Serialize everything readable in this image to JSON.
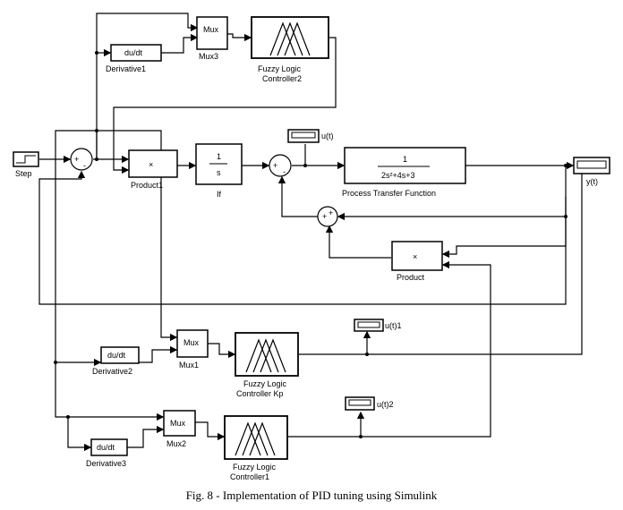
{
  "caption": "Fig. 8 - Implementation of PID tuning using Simulink",
  "blocks": {
    "step": {
      "label": "Step"
    },
    "derivative1": {
      "text": "du/dt",
      "label": "Derivative1"
    },
    "derivative2": {
      "text": "du/dt",
      "label": "Derivative2"
    },
    "derivative3": {
      "text": "du/dt",
      "label": "Derivative3"
    },
    "mux3": {
      "text": "Mux",
      "label": "Mux3"
    },
    "mux1": {
      "text": "Mux",
      "label": "Mux1"
    },
    "mux2": {
      "text": "Mux",
      "label": "Mux2"
    },
    "flc2": {
      "label_line1": "Fuzzy Logic",
      "label_line2": "Controller2"
    },
    "flckp": {
      "label_line1": "Fuzzy Logic",
      "label_line2": "Controller Kp"
    },
    "flc1": {
      "label_line1": "Fuzzy Logic",
      "label_line2": "Controller1"
    },
    "product1": {
      "text": "×",
      "label": "Product1"
    },
    "product": {
      "text": "×",
      "label": "Product"
    },
    "integrator": {
      "num": "1",
      "den": "s",
      "label": "If"
    },
    "process": {
      "num": "1",
      "den": "2s²+4s+3",
      "label": "Process Transfer Function"
    },
    "scope_u": {
      "label": "u(t)"
    },
    "scope_u1": {
      "label": "u(t)1"
    },
    "scope_u2": {
      "label": "u(t)2"
    },
    "scope_y": {
      "label": "y(t)"
    },
    "sum1": {
      "signs_top": "+",
      "signs_bottom": "-"
    },
    "sum2": {
      "signs_top": "+",
      "signs_bottom": "-"
    },
    "sum3": {
      "signs_top": "+",
      "signs_bottom": "+"
    }
  }
}
